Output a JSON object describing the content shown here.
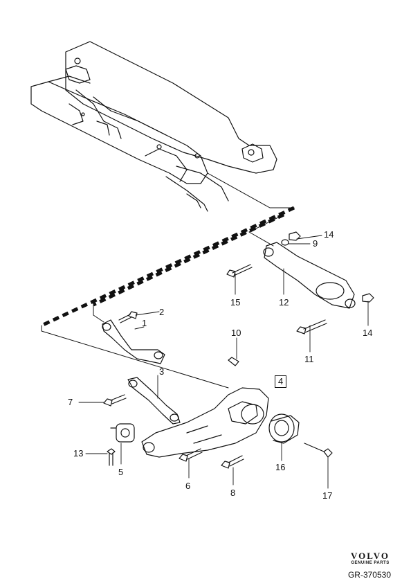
{
  "callouts": [
    {
      "id": "c14a",
      "text": "14"
    },
    {
      "id": "c9",
      "text": "9"
    },
    {
      "id": "c15",
      "text": "15"
    },
    {
      "id": "c12",
      "text": "12"
    },
    {
      "id": "c14b",
      "text": "14"
    },
    {
      "id": "c11",
      "text": "11"
    },
    {
      "id": "c2",
      "text": "2"
    },
    {
      "id": "c1",
      "text": "1"
    },
    {
      "id": "c10",
      "text": "10"
    },
    {
      "id": "c4",
      "text": "4"
    },
    {
      "id": "c3",
      "text": "3"
    },
    {
      "id": "c7",
      "text": "7"
    },
    {
      "id": "c13",
      "text": "13"
    },
    {
      "id": "c5",
      "text": "5"
    },
    {
      "id": "c6",
      "text": "6"
    },
    {
      "id": "c16",
      "text": "16"
    },
    {
      "id": "c8",
      "text": "8"
    },
    {
      "id": "c17",
      "text": "17"
    }
  ],
  "brand": {
    "name": "VOLVO",
    "subtitle": "GENUINE PARTS"
  },
  "drawing_number": "GR-370530",
  "colors": {
    "line": "#111111",
    "background": "#ffffff"
  }
}
